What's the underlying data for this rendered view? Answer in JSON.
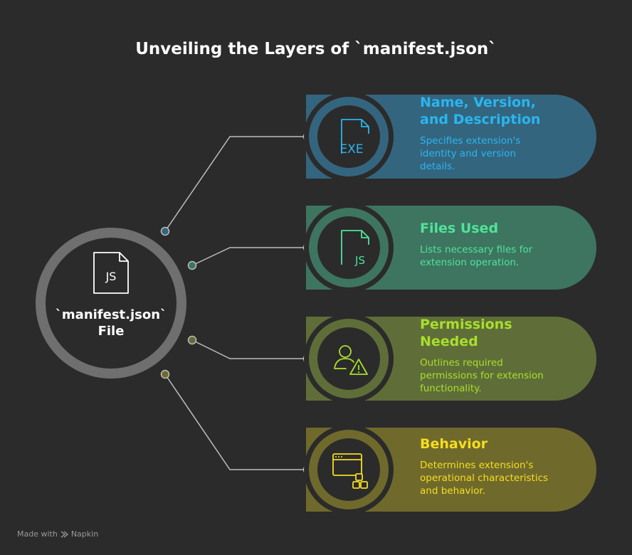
{
  "title": "Unveiling the Layers of `manifest.json`",
  "center": {
    "line1": "`manifest.json`",
    "line2": "File",
    "icon_text": "JS",
    "icon": "js-file-icon"
  },
  "cards": [
    {
      "title_lines": [
        "Name, Version,",
        "and Description"
      ],
      "desc_lines": [
        "Specifies extension's",
        "identity and version",
        "details."
      ],
      "icon": "exe-file-icon",
      "icon_text": "EXE",
      "color": "#34657e",
      "accent": "#29b6f0"
    },
    {
      "title_lines": [
        "Files Used"
      ],
      "desc_lines": [
        "Lists necessary files for",
        "extension operation."
      ],
      "icon": "js-file-icon",
      "icon_text": "JS",
      "color": "#3e7560",
      "accent": "#4fe39a"
    },
    {
      "title_lines": [
        "Permissions",
        "Needed"
      ],
      "desc_lines": [
        "Outlines required",
        "permissions for extension",
        "functionality."
      ],
      "icon": "user-warning-icon",
      "icon_text": "",
      "color": "#5f6e38",
      "accent": "#a8df2c"
    },
    {
      "title_lines": [
        "Behavior"
      ],
      "desc_lines": [
        "Determines extension's",
        "operational characteristics",
        "and behavior."
      ],
      "icon": "browser-window-icon",
      "icon_text": "",
      "color": "#6f6a2c",
      "accent": "#f6dd20"
    }
  ],
  "footer": {
    "made_with": "Made with",
    "brand": "Napkin",
    "icon": "napkin-logo-icon"
  }
}
